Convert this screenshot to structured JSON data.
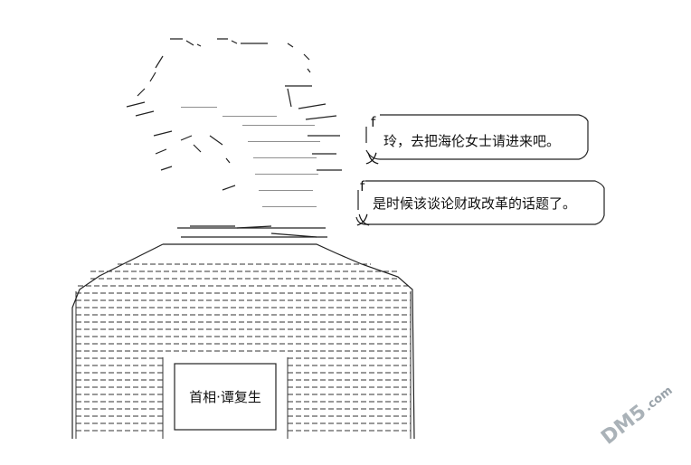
{
  "figure": {
    "nameplate": "首相·谭复生"
  },
  "speech": [
    {
      "text": "玲，去把海伦女士请进来吧。"
    },
    {
      "text": "是时候该谈论财政改革的话题了。"
    }
  ],
  "watermark": {
    "text": "DM5",
    "sub": ".com"
  }
}
